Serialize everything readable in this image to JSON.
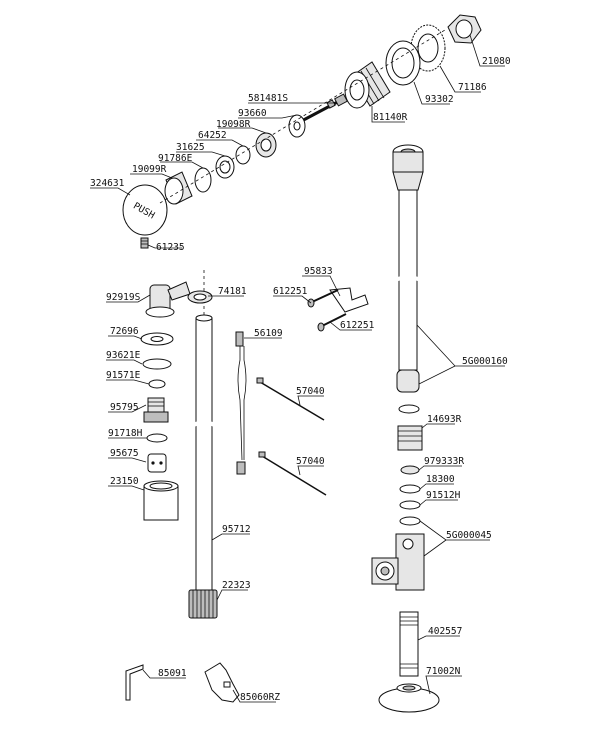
{
  "diagram": {
    "push_text": "PUSH",
    "labels": {
      "p21080": "21080",
      "p71186": "71186",
      "p93302": "93302",
      "p81140R": "81140R",
      "p581481S": "581481S",
      "p93660": "93660",
      "p19098R": "19098R",
      "p64252": "64252",
      "p31625": "31625",
      "p91786E": "91786E",
      "p19099R": "19099R",
      "p324631": "324631",
      "p61235": "61235",
      "p92919S": "92919S",
      "p74181": "74181",
      "p95833": "95833",
      "p612251a": "612251",
      "p612251b": "612251",
      "p56109": "56109",
      "p72696": "72696",
      "p93621E": "93621E",
      "p91571E": "91571E",
      "p95795": "95795",
      "p91718H": "91718H",
      "p95675": "95675",
      "p23150": "23150",
      "p57040a": "57040",
      "p57040b": "57040",
      "p95712": "95712",
      "p22323": "22323",
      "p85091": "85091",
      "p85060RZ": "85060RZ",
      "p5G000160": "5G000160",
      "p14693R": "14693R",
      "p979333R": "979333R",
      "p18300": "18300",
      "p91512H": "91512H",
      "p5G000045": "5G000045",
      "p402557": "402557",
      "p71002N": "71002N"
    }
  }
}
